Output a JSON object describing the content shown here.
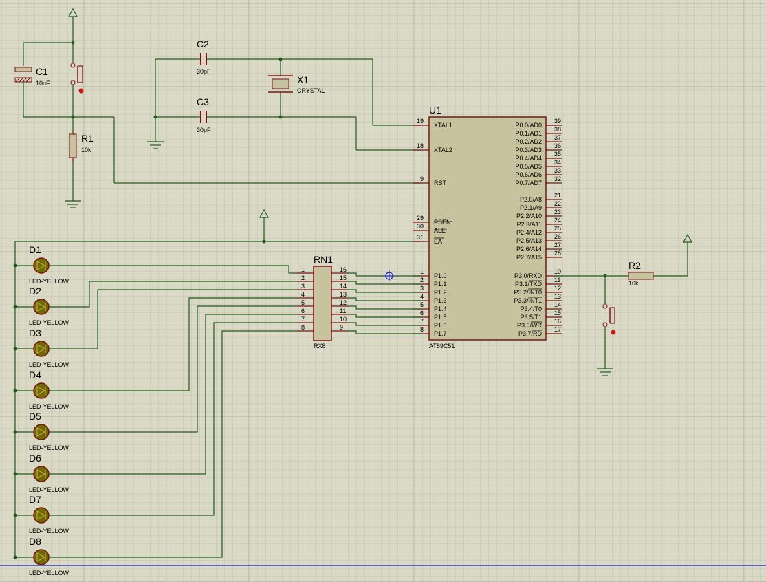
{
  "colors": {
    "background": "#d9d9c6",
    "grid_major": "#b9b9a6",
    "grid_minor": "#c9c9b6",
    "wire": "#1e5c1e",
    "pin": "#7a1414",
    "body": "#c6c39e",
    "led": "#6b6b00"
  },
  "U1": {
    "ref": "U1",
    "part": "AT89C51",
    "left_pins": [
      {
        "num": "19",
        "name": "XTAL1"
      },
      {
        "num": "18",
        "name": "XTAL2"
      },
      {
        "num": "9",
        "name": "RST"
      },
      {
        "num": "29",
        "name": "PSEN"
      },
      {
        "num": "30",
        "name": "ALE"
      },
      {
        "num": "31",
        "name": "EA"
      },
      {
        "num": "1",
        "name": "P1.0"
      },
      {
        "num": "2",
        "name": "P1.1"
      },
      {
        "num": "3",
        "name": "P1.2"
      },
      {
        "num": "4",
        "name": "P1.3"
      },
      {
        "num": "5",
        "name": "P1.4"
      },
      {
        "num": "6",
        "name": "P1.5"
      },
      {
        "num": "7",
        "name": "P1.6"
      },
      {
        "num": "8",
        "name": "P1.7"
      }
    ],
    "right_pins": [
      {
        "num": "39",
        "name": "P0.0/AD0"
      },
      {
        "num": "38",
        "name": "P0.1/AD1"
      },
      {
        "num": "37",
        "name": "P0.2/AD2"
      },
      {
        "num": "36",
        "name": "P0.3/AD3"
      },
      {
        "num": "35",
        "name": "P0.4/AD4"
      },
      {
        "num": "34",
        "name": "P0.5/AD5"
      },
      {
        "num": "33",
        "name": "P0.6/AD6"
      },
      {
        "num": "32",
        "name": "P0.7/AD7"
      },
      {
        "num": "21",
        "name": "P2.0/A8"
      },
      {
        "num": "22",
        "name": "P2.1/A9"
      },
      {
        "num": "23",
        "name": "P2.2/A10"
      },
      {
        "num": "24",
        "name": "P2.3/A11"
      },
      {
        "num": "25",
        "name": "P2.4/A12"
      },
      {
        "num": "26",
        "name": "P2.5/A13"
      },
      {
        "num": "27",
        "name": "P2.6/A14"
      },
      {
        "num": "28",
        "name": "P2.7/A15"
      },
      {
        "num": "10",
        "name": "P3.0/RXD"
      },
      {
        "num": "11",
        "name": "P3.1/TXD"
      },
      {
        "num": "12",
        "name": "P3.2/INT0"
      },
      {
        "num": "13",
        "name": "P3.3/INT1"
      },
      {
        "num": "14",
        "name": "P3.4/T0"
      },
      {
        "num": "15",
        "name": "P3.5/T1"
      },
      {
        "num": "16",
        "name": "P3.6/WR"
      },
      {
        "num": "17",
        "name": "P3.7/RD"
      }
    ]
  },
  "RN1": {
    "ref": "RN1",
    "part": "RX8",
    "left_nums": [
      "1",
      "2",
      "3",
      "4",
      "5",
      "6",
      "7",
      "8"
    ],
    "right_nums": [
      "16",
      "15",
      "14",
      "13",
      "12",
      "11",
      "10",
      "9"
    ]
  },
  "C1": {
    "ref": "C1",
    "value": "10uF"
  },
  "C2": {
    "ref": "C2",
    "value": "30pF"
  },
  "C3": {
    "ref": "C3",
    "value": "30pF"
  },
  "X1": {
    "ref": "X1",
    "value": "CRYSTAL"
  },
  "R1": {
    "ref": "R1",
    "value": "10k"
  },
  "R2": {
    "ref": "R2",
    "value": "10k"
  },
  "leds": [
    {
      "ref": "D1",
      "part": "LED-YELLOW"
    },
    {
      "ref": "D2",
      "part": "LED-YELLOW"
    },
    {
      "ref": "D3",
      "part": "LED-YELLOW"
    },
    {
      "ref": "D4",
      "part": "LED-YELLOW"
    },
    {
      "ref": "D5",
      "part": "LED-YELLOW"
    },
    {
      "ref": "D6",
      "part": "LED-YELLOW"
    },
    {
      "ref": "D7",
      "part": "LED-YELLOW"
    },
    {
      "ref": "D8",
      "part": "LED-YELLOW"
    }
  ]
}
